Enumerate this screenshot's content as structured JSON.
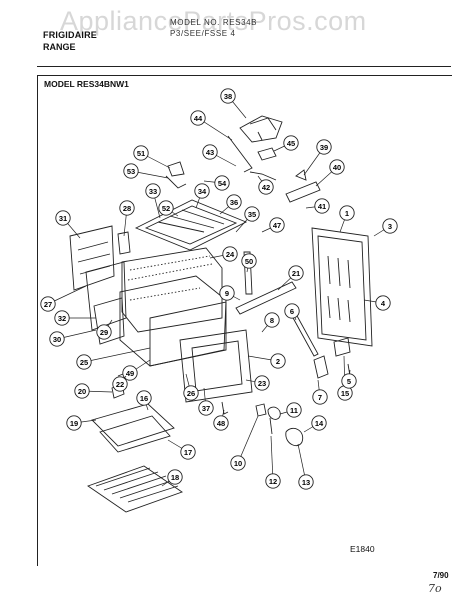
{
  "watermark": "AppliancePartsPros.com",
  "header": {
    "brand": "FRIGIDAIRE",
    "range": "RANGE",
    "model_line": "MODEL NO. RES34B",
    "ser_line": "P3/SEE/FSSE 4"
  },
  "model_box_title": "MODEL RES34BNW1",
  "diagram_code": "E1840",
  "footer_date": "7/90",
  "footer_mark": "7o",
  "callouts": [
    "38",
    "44",
    "45",
    "43",
    "39",
    "40",
    "51",
    "53",
    "54",
    "42",
    "41",
    "33",
    "34",
    "52",
    "36",
    "35",
    "47",
    "1",
    "3",
    "28",
    "31",
    "24",
    "50",
    "21",
    "9",
    "4",
    "27",
    "32",
    "29",
    "30",
    "6",
    "8",
    "25",
    "49",
    "26",
    "2",
    "22",
    "20",
    "37",
    "23",
    "7",
    "15",
    "5",
    "19",
    "16",
    "48",
    "11",
    "14",
    "10",
    "12",
    "13",
    "17",
    "18"
  ]
}
